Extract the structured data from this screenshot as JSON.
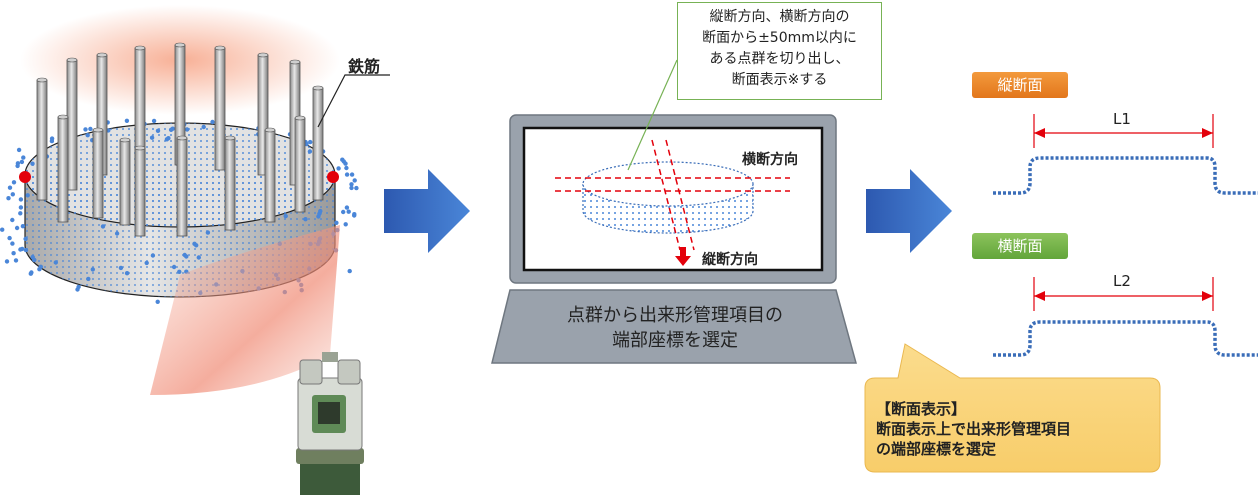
{
  "rebar_label": "鉄筋",
  "note_lines": [
    "縦断方向、横断方向の",
    "断面から±50mm以内に",
    "ある点群を切り出し、",
    "断面表示※する"
  ],
  "screen": {
    "transverse_label": "横断方向",
    "longitudinal_label": "縦断方向"
  },
  "monitor_caption": [
    "点群から出来形管理項目の",
    "端部座標を選定"
  ],
  "sections": {
    "longitudinal_tag": "縦断面",
    "transverse_tag": "横断面",
    "l1": "L1",
    "l2": "L2"
  },
  "callout": {
    "title": "【断面表示】",
    "lines": [
      "断面表示上で出来形管理項目",
      "の端部座標を選定"
    ]
  },
  "colors": {
    "arrow_blue": "#3b6ec9",
    "dot_blue": "#4a86d8",
    "tag_orange": "#ec8a2e",
    "tag_green": "#74b348",
    "callout_bg": "#fad57e",
    "red_marker": "#e3000b"
  }
}
